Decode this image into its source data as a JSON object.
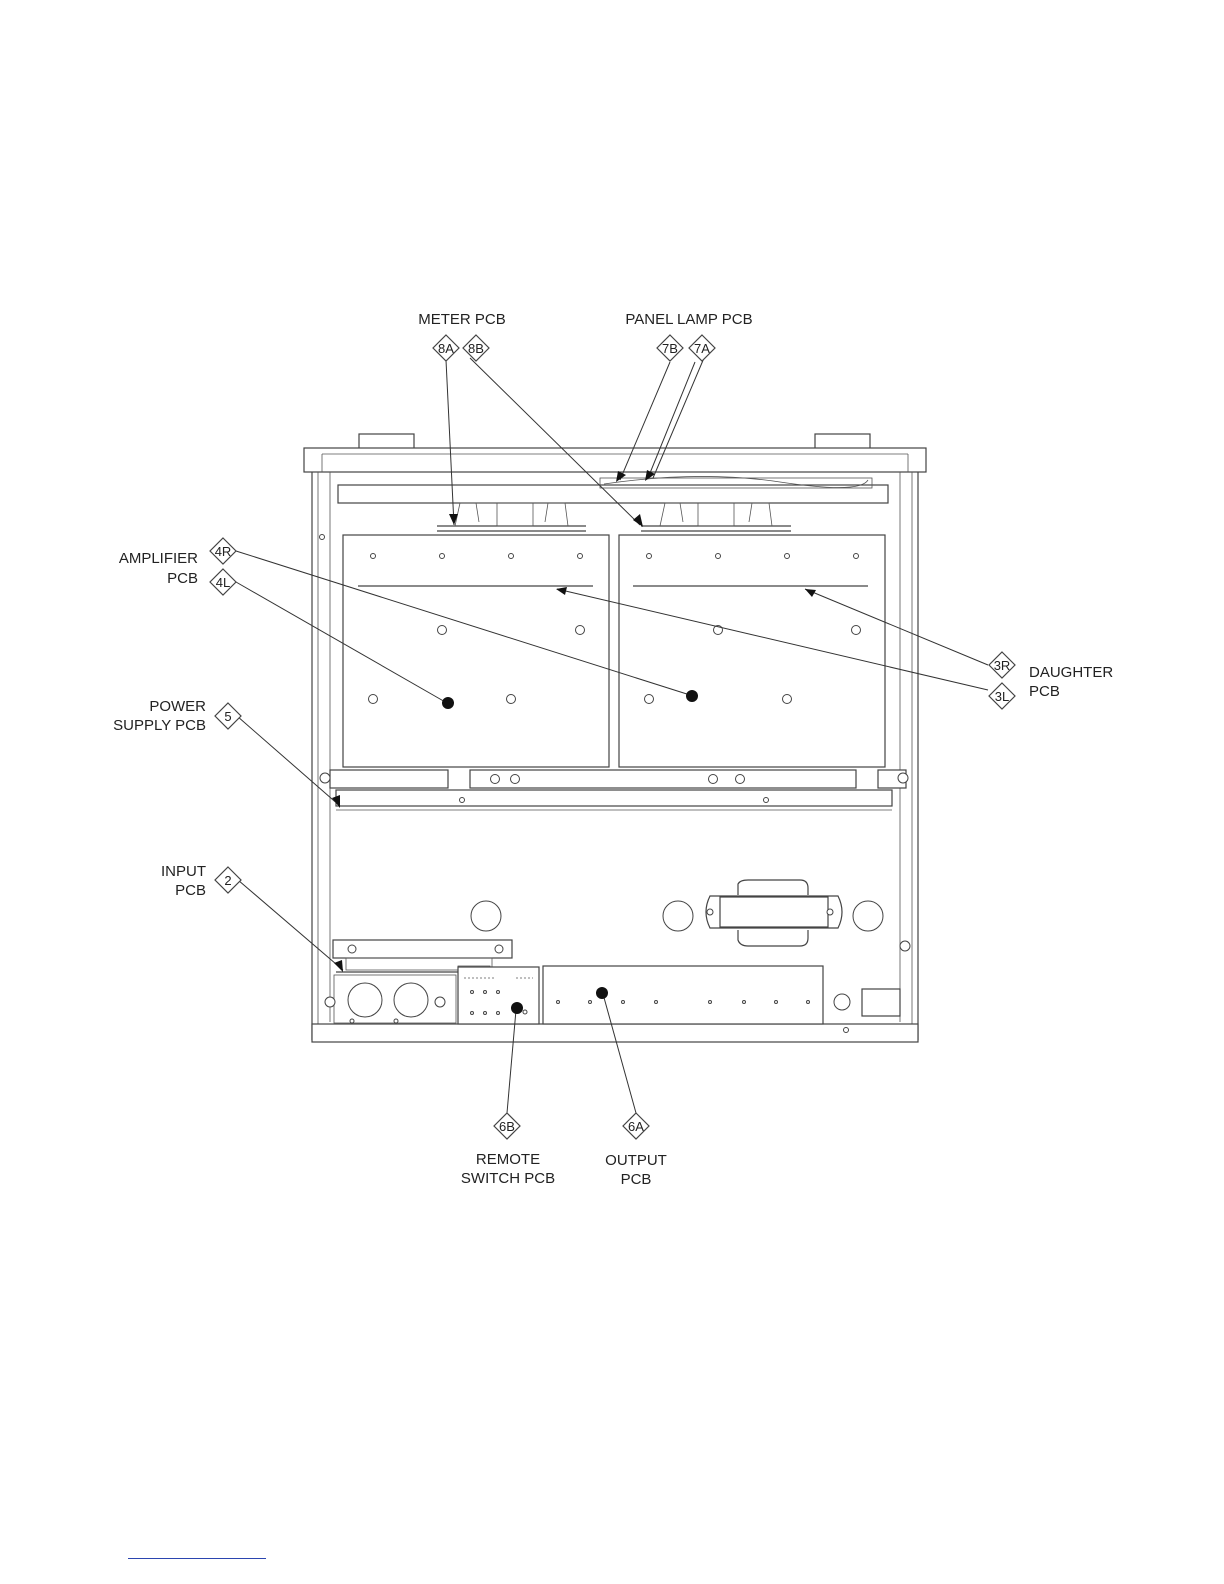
{
  "labels": {
    "meter_pcb": "METER PCB",
    "panel_lamp_pcb": "PANEL LAMP PCB",
    "amplifier_1": "AMPLIFIER",
    "amplifier_2": "PCB",
    "power_1": "POWER",
    "power_2": "SUPPLY PCB",
    "input_1": "INPUT",
    "input_2": "PCB",
    "daughter_1": "DAUGHTER",
    "daughter_2": "PCB",
    "remote_1": "REMOTE",
    "remote_2": "SWITCH PCB",
    "output_1": "OUTPUT",
    "output_2": "PCB"
  },
  "tags": {
    "t8a": "8A",
    "t8b": "8B",
    "t7b": "7B",
    "t7a": "7A",
    "t4r": "4R",
    "t4l": "4L",
    "t5": "5",
    "t2": "2",
    "t3r": "3R",
    "t3l": "3L",
    "t6b": "6B",
    "t6a": "6A"
  }
}
